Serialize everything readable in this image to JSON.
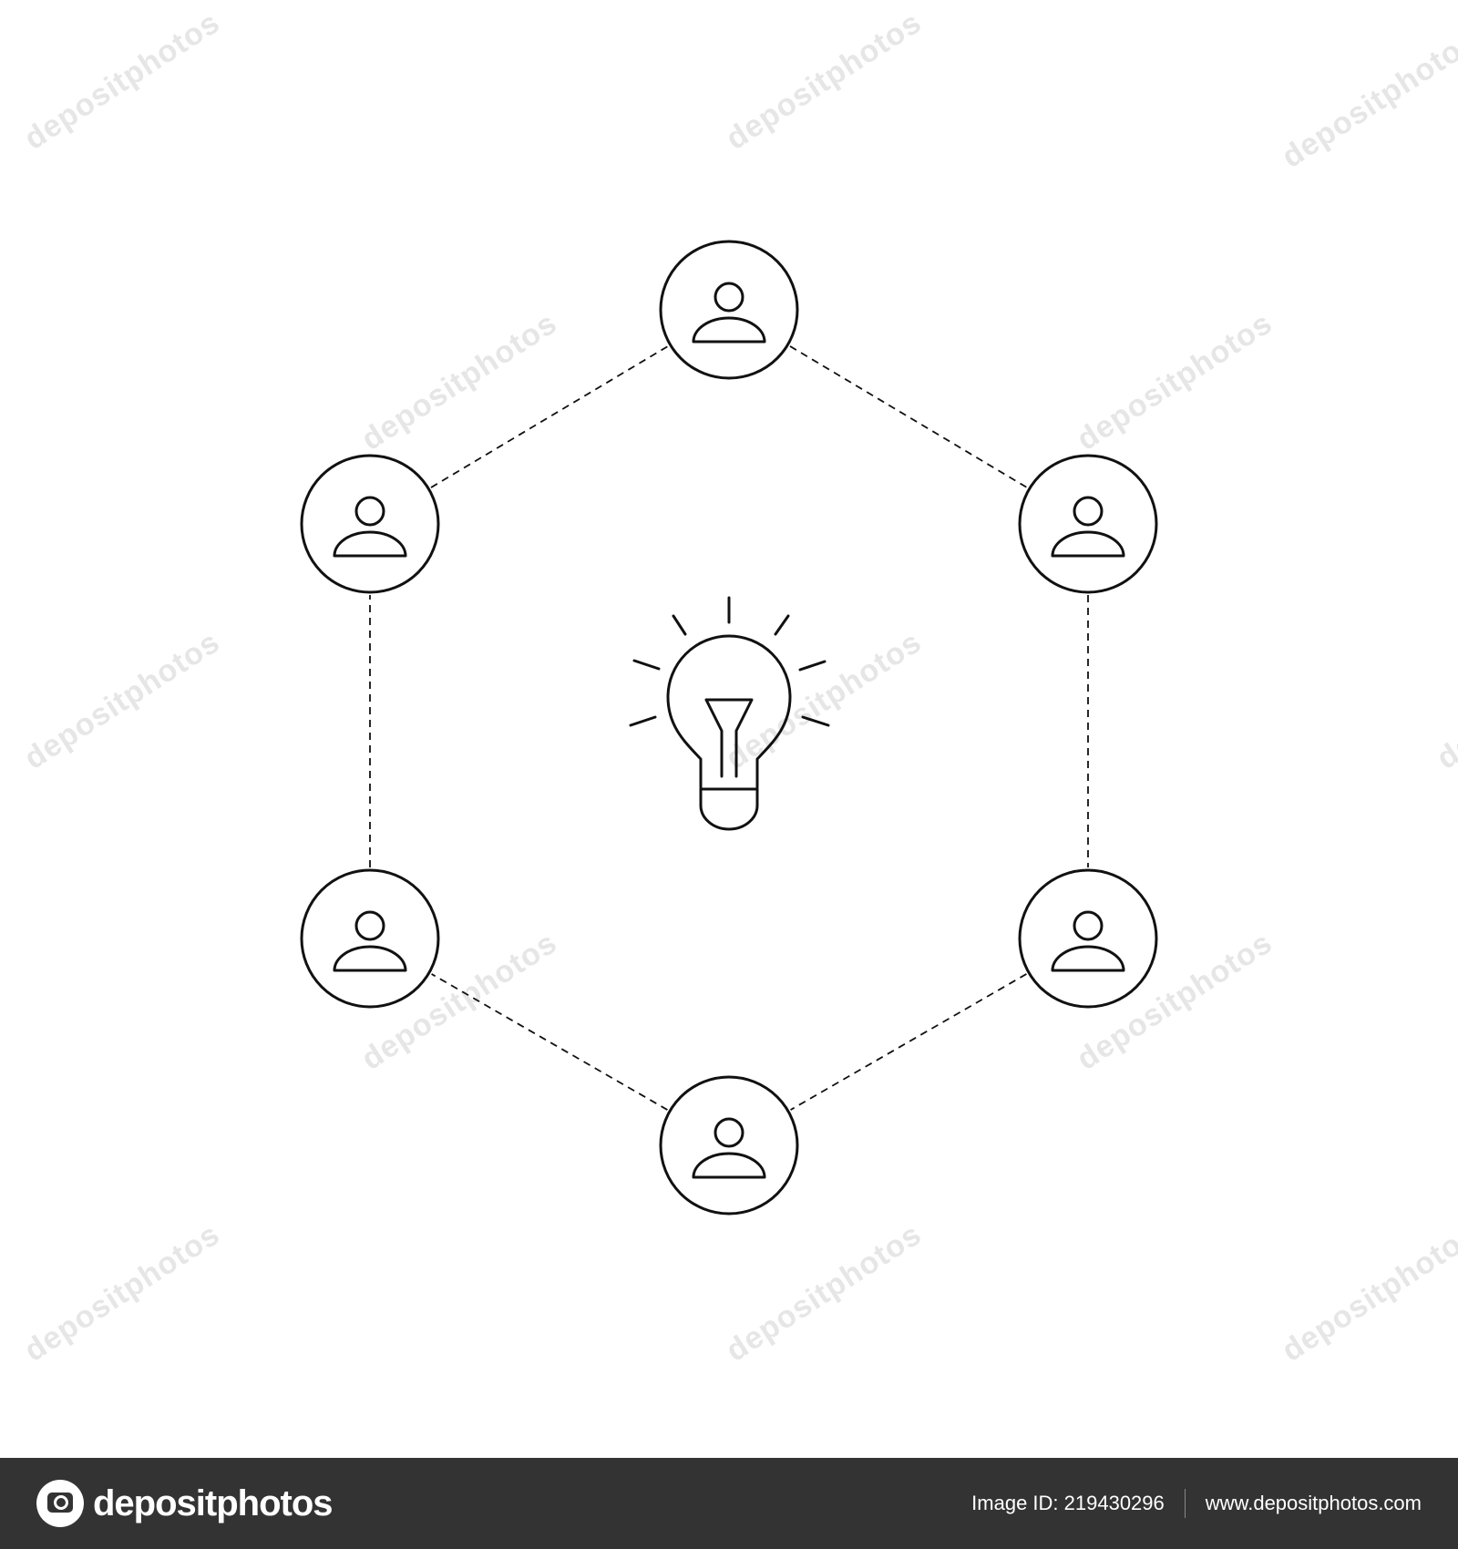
{
  "diagram": {
    "center_icon": "lightbulb-icon",
    "node_icon": "user-icon",
    "node_count": 6,
    "connection_style": "dashed",
    "stroke_color": "#111111"
  },
  "watermark": {
    "text": "depositphotos"
  },
  "footer": {
    "brand": "depositphotos",
    "image_id": "Image ID: 219430296",
    "site": "www.depositphotos.com",
    "background": "#333333"
  }
}
